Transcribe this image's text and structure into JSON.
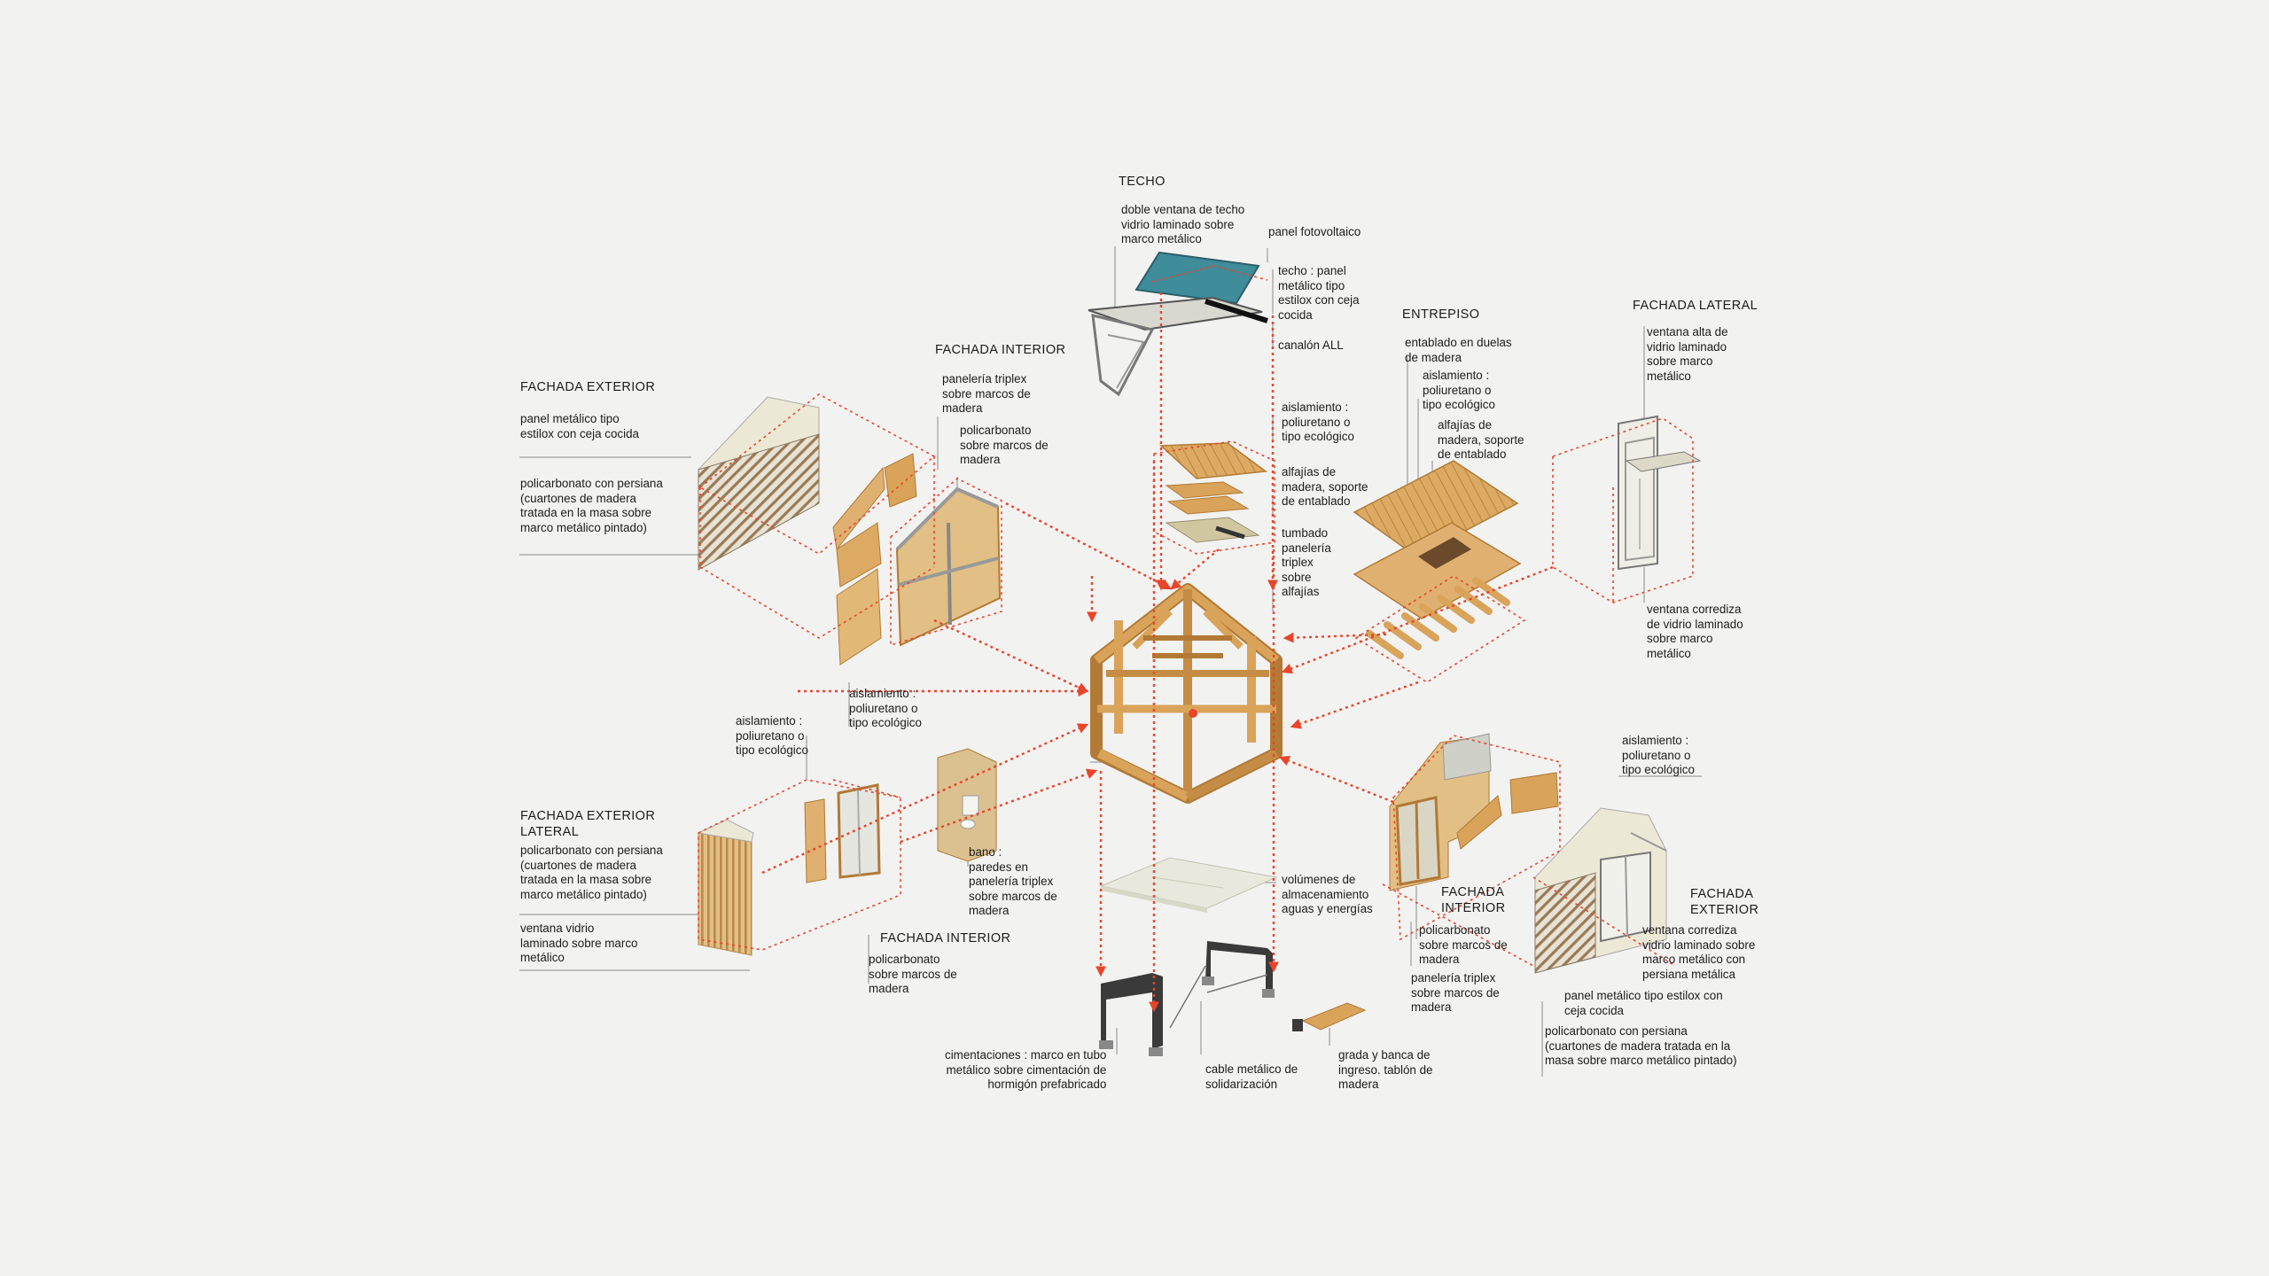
{
  "colors": {
    "background": "#f2f2f1",
    "text": "#1c1c1c",
    "guide_red": "#e8452a",
    "wood": "#d9a35a",
    "wood_dark": "#b27a35",
    "panel_cream": "#ece8d6",
    "solar_teal": "#3f8c9a",
    "leader_gray": "#8a8a8a",
    "steel": "#3a3a3a"
  },
  "headings": {
    "techo": "TECHO",
    "entrepiso": "ENTREPISO",
    "fachada_lateral": "FACHADA LATERAL",
    "fachada_exterior_left": "FACHADA EXTERIOR",
    "fachada_interior_top": "FACHADA INTERIOR",
    "fachada_exterior_lateral": "FACHADA EXTERIOR\nLATERAL",
    "fachada_interior_bottom": "FACHADA INTERIOR",
    "fachada_interior_right": "FACHADA\nINTERIOR",
    "fachada_exterior_right": "FACHADA\nEXTERIOR"
  },
  "labels": {
    "doble_ventana": "doble ventana de techo\nvidrio laminado sobre\nmarco metálico",
    "panel_fotovoltaico": "panel fotovoltaico",
    "techo_panel": "techo : panel\nmetálico tipo\nestilox con ceja\ncocida",
    "canalon": "canalón ALL",
    "aislamiento_techo": "aislamiento :\npoliuretano o\ntipo ecológico",
    "alfajias_techo": "alfajías de\nmadera, soporte\nde entablado",
    "tumbado": "tumbado\npanelería\ntriplex\nsobre\nalfajías",
    "entablado": "entablado en duelas\nde madera",
    "aislamiento_entrepiso": "aislamiento :\npoliuretano o\ntipo ecológico",
    "alfajias_entrepiso": "alfajías de\nmadera, soporte\nde entablado",
    "ventana_alta": "ventana alta de\nvidrio laminado\nsobre marco\nmetálico",
    "ventana_corrediza_lateral": "ventana corrediza\nde vidrio laminado\nsobre marco\nmetálico",
    "panel_metalico_left": "panel metálico tipo\nestilox con ceja cocida",
    "policarbonato_persiana_left": "policarbonato con persiana\n(cuartones de madera\ntratada en la masa sobre\nmarco metálico pintado)",
    "paneleria_triplex_top": "panelería triplex\nsobre marcos de\nmadera",
    "policarbonato_top": "policarbonato\nsobre marcos de\nmadera",
    "aislamiento_left": "aislamiento :\npoliuretano o\ntipo ecológico",
    "aislamiento_left_lower": "aislamiento :\npoliuretano o\ntipo ecológico",
    "policarbonato_persiana_lateral": "policarbonato con persiana\n(cuartones de madera\ntratada en la masa sobre\nmarco metálico pintado)",
    "ventana_vidrio_lateral": "ventana vidrio\nlaminado sobre marco\nmetálico",
    "bano": "bano :\nparedes en\npanelería triplex\nsobre marcos de\nmadera",
    "policarbonato_bottom": "policarbonato\nsobre marcos de\nmadera",
    "volumenes": "volúmenes de\nalmacenamiento\naguas y energías",
    "aislamiento_right": "aislamiento :\npoliuretano o\ntipo ecológico",
    "policarbonato_right": "policarbonato\nsobre marcos de\nmadera",
    "paneleria_triplex_right": "panelería triplex\nsobre marcos de\nmadera",
    "ventana_corrediza_right": "ventana corrediza\nvidrio laminado sobre\nmarco metálico con\npersiana metálica",
    "panel_metalico_right": "panel metálico tipo estilox con\nceja cocida",
    "policarbonato_persiana_right": "policarbonato con persiana\n(cuartones de madera tratada en la\nmasa sobre marco metálico pintado)",
    "cimentaciones": "cimentaciones : marco en tubo\nmetálico sobre cimentación de\nhormigón prefabricado",
    "cable": "cable metálico de\nsolidarización",
    "grada": "grada y banca de\ningreso. tablón de\nmadera"
  },
  "icons": {
    "arrows": "red-dotted-arrow-icon"
  }
}
